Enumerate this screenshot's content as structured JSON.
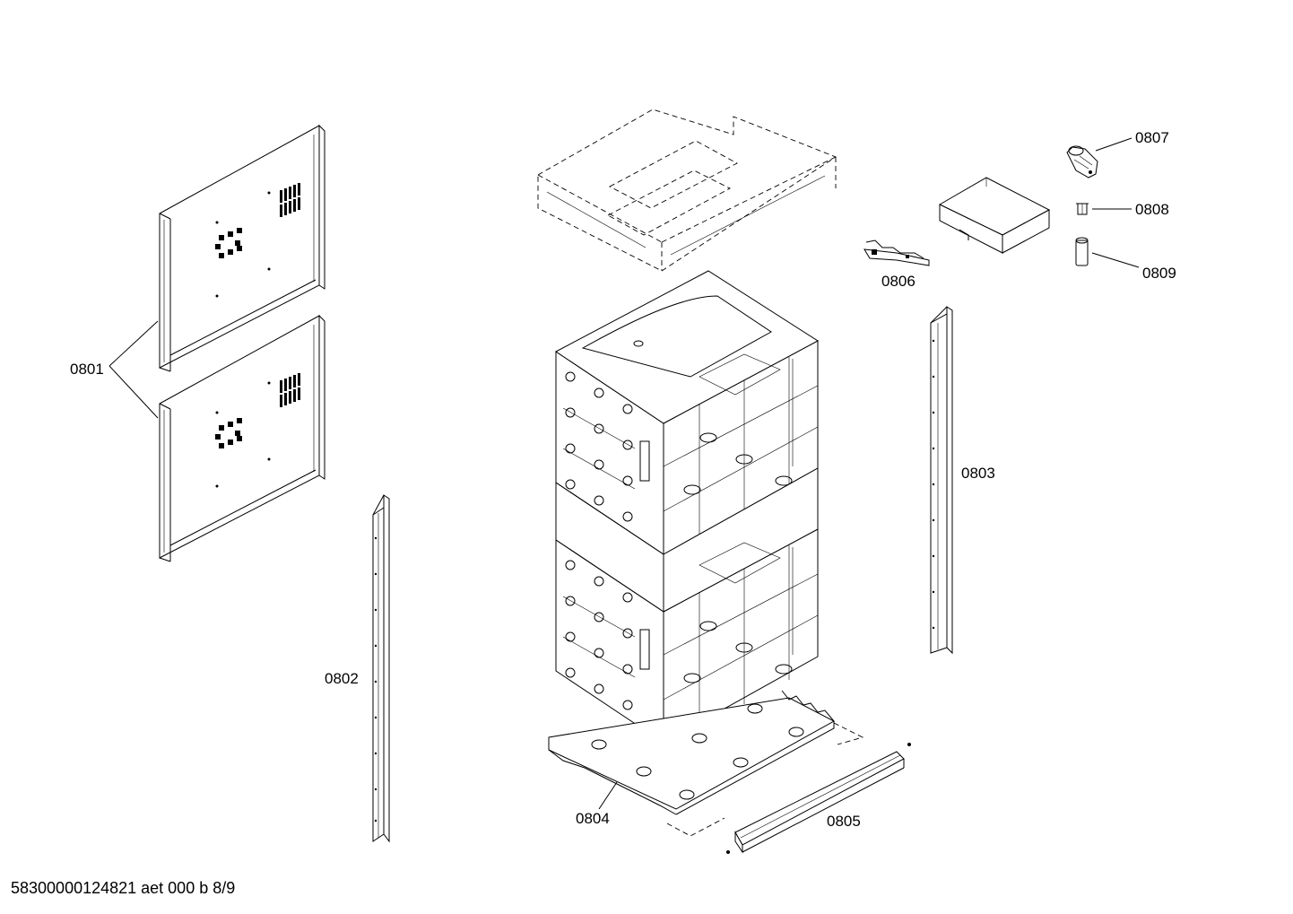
{
  "document_id": "58300000124821 aet 000 b 8/9",
  "part_labels": {
    "p0801": "0801",
    "p0802": "0802",
    "p0803": "0803",
    "p0804": "0804",
    "p0805": "0805",
    "p0806": "0806",
    "p0807": "0807",
    "p0808": "0808",
    "p0809": "0809"
  }
}
